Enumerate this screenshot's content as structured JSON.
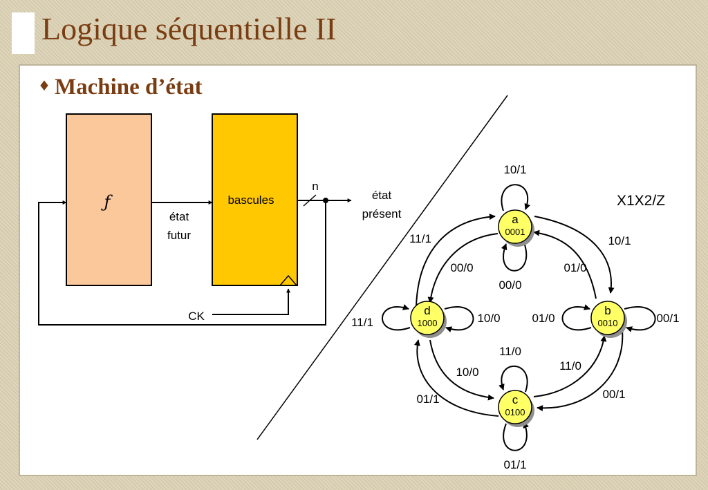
{
  "title": "Logique séquentielle II",
  "section_heading": "Machine d’état",
  "block_diagram": {
    "f_label": "ƒ",
    "bascules_label": "bascules",
    "etat_futur_line1": "état",
    "etat_futur_line2": "futur",
    "etat_present_line1": "état",
    "etat_present_line2": "présent",
    "n_label": "n",
    "ck_label": "CK"
  },
  "state_diagram": {
    "legend": "X1X2/Z",
    "states": {
      "a": {
        "name": "a",
        "code": "0001"
      },
      "b": {
        "name": "b",
        "code": "0010"
      },
      "c": {
        "name": "c",
        "code": "0100"
      },
      "d": {
        "name": "d",
        "code": "1000"
      }
    },
    "transitions": {
      "a_loop_top": "10/1",
      "a_loop_bottom": "00/0",
      "a_to_b": "10/1",
      "b_to_a": "01/0",
      "b_loop_right": "00/1",
      "b_loop_left": "01/0",
      "b_to_c": "00/1",
      "c_to_b": "11/0",
      "c_loop_top": "11/0",
      "c_loop_bottom": "01/1",
      "c_to_d": "01/1",
      "d_to_c": "10/0",
      "d_loop_left": "11/1",
      "d_loop_right": "10/0",
      "d_to_a": "11/1",
      "a_to_d": "00/0"
    }
  },
  "colors": {
    "title": "#7a3d12",
    "f_block": "#fbc89b",
    "bascules_block": "#ffc800",
    "state_fill": "#ffff66",
    "state_shadow": "#8f8f8f"
  }
}
